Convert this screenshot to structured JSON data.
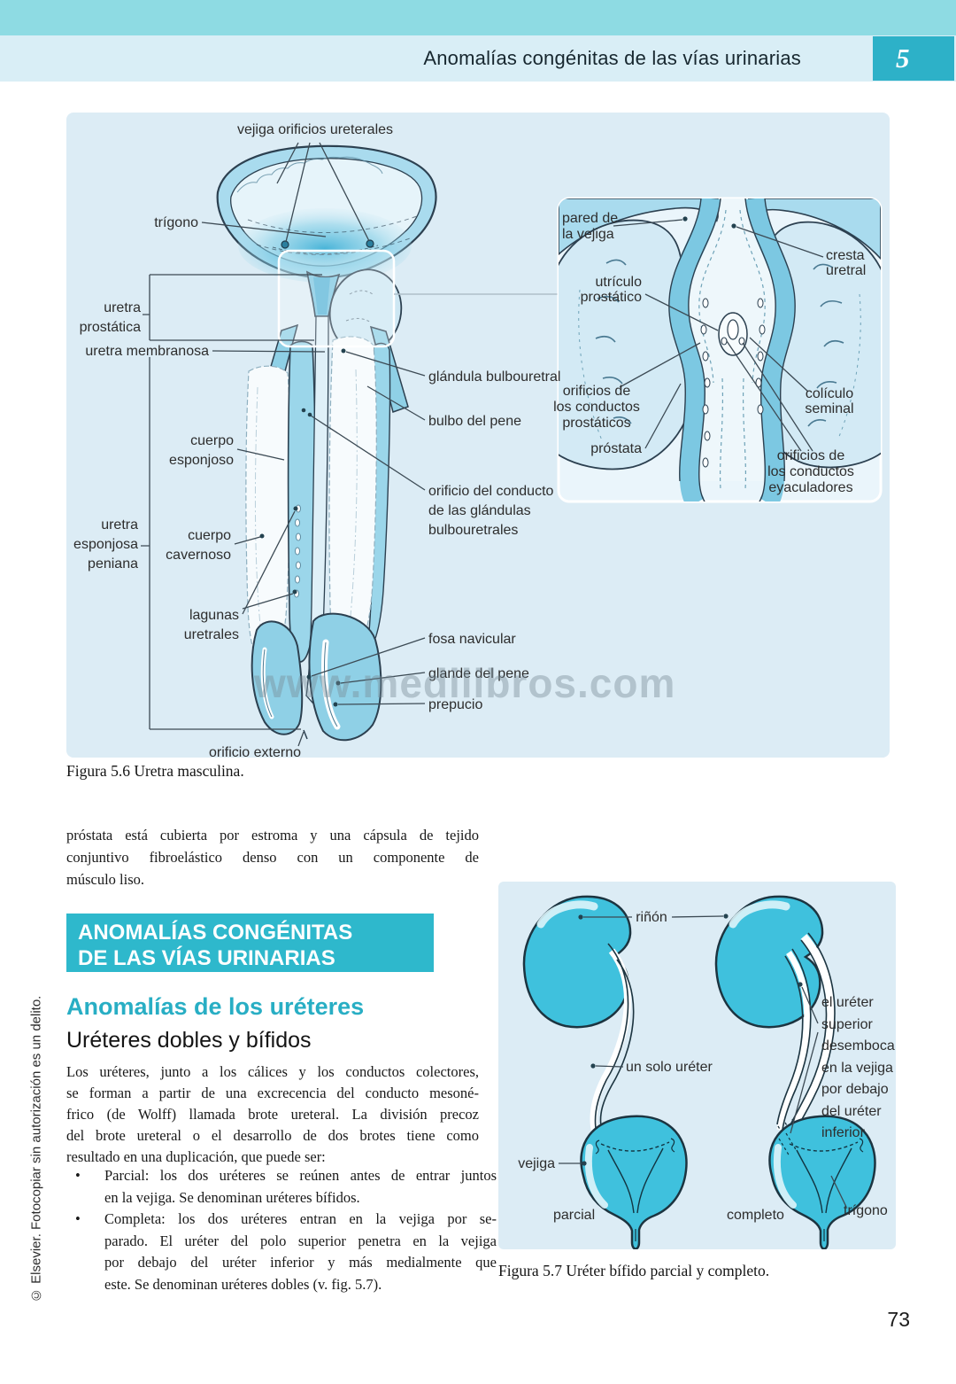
{
  "header": {
    "title": "Anomalías congénitas de las vías urinarias",
    "chapter_number": "5"
  },
  "sidebar": {
    "copyright_vertical": "© Elsevier. Fotocopiar sin autorización es un delito."
  },
  "watermark_text": "www.medilibros.com",
  "page_number": "73",
  "figure56": {
    "caption": "Figura 5.6 Uretra masculina.",
    "main_labels": {
      "vejiga_orificios": "vejiga orificios ureterales",
      "trigono": "trígono",
      "uretra_prostatica_1": "uretra",
      "uretra_prostatica_2": "prostática",
      "uretra_membranosa": "uretra membranosa",
      "uretra_esponjosa_1": "uretra",
      "uretra_esponjosa_2": "esponjosa",
      "uretra_esponjosa_3": "peniana",
      "cuerpo_esponjoso_1": "cuerpo",
      "cuerpo_esponjoso_2": "esponjoso",
      "cuerpo_cavernoso_1": "cuerpo",
      "cuerpo_cavernoso_2": "cavernoso",
      "lagunas_1": "lagunas",
      "lagunas_2": "uretrales",
      "glandula_bulbouretral": "glándula bulbouretral",
      "bulbo_del_pene": "bulbo del pene",
      "orificio_conducto_1": "orificio del conducto",
      "orificio_conducto_2": "de las glándulas",
      "orificio_conducto_3": "bulbouretrales",
      "fosa_navicular": "fosa navicular",
      "glande_del_pene": "glande del pene",
      "prepucio": "prepucio",
      "orificio_externo": "orificio externo"
    },
    "inset_labels": {
      "pared_1": "pared de",
      "pared_2": "la vejiga",
      "cresta_1": "cresta",
      "cresta_2": "uretral",
      "utriculo_1": "utrículo",
      "utriculo_2": "prostático",
      "orif_prost_1": "orificios de",
      "orif_prost_2": "los conductos",
      "orif_prost_3": "prostáticos",
      "prostata": "próstata",
      "coliculo_1": "colículo",
      "coliculo_2": "seminal",
      "orif_eyac_1": "orificios de",
      "orif_eyac_2": "los conductos",
      "orif_eyac_3": "eyaculadores"
    }
  },
  "intro_paragraph": {
    "line1": "próstata está cubierta por estroma y una cápsula de tejido",
    "line2": "conjuntivo fibroelástico denso con un componente de",
    "line3": "músculo liso."
  },
  "section_box": {
    "line1": "ANOMALÍAS CONGÉNITAS",
    "line2": "DE LAS VÍAS URINARIAS"
  },
  "subsection_title": "Anomalías de los uréteres",
  "subsubsection_title": "Uréteres dobles y bífidos",
  "ureter_paragraph": {
    "line1": "Los uréteres, junto a los cálices y los conductos colectores,",
    "line2": "se forman a partir de una excrecencia del conducto mesoné-",
    "line3": "frico (de Wolff) llamada brote ureteral. La división precoz",
    "line4": "del brote ureteral o el desarrollo de dos brotes tiene como",
    "line5": "resultado en una duplicación, que puede ser:"
  },
  "bullet1": {
    "marker": "•",
    "line1": "Parcial: los dos uréteres se reúnen antes de entrar juntos",
    "line2": "en la vejiga. Se denominan uréteres bífidos."
  },
  "bullet2": {
    "marker": "•",
    "line1": "Completa: los dos uréteres entran en la vejiga por se-",
    "line2": "parado. El uréter del polo superior penetra en la vejiga",
    "line3": "por debajo del uréter inferior y más medialmente que",
    "line4": "este. Se denominan uréteres dobles (v. fig. 5.7)."
  },
  "figure57": {
    "caption": "Figura 5.7 Uréter bífido parcial y completo.",
    "labels": {
      "rinon": "riñón",
      "un_solo_ureter": "un solo uréter",
      "vejiga": "vejiga",
      "parcial": "parcial",
      "completo": "completo",
      "trigono": "trígono",
      "sup_1": "el uréter",
      "sup_2": "superior",
      "sup_3": "desemboca",
      "sup_4": "en la vejiga",
      "sup_5": "por debajo",
      "sup_6": "del uréter",
      "sup_7": "inferior"
    }
  },
  "colors": {
    "band_top": "#8edbe3",
    "band_title": "#d9eef6",
    "chapter_box": "#2db1c8",
    "panel_bg": "#dcecf5",
    "heading_box": "#2eb8cc",
    "subsection_text": "#28aec4",
    "figure_outline": "#2c4050",
    "figure_fill_medium": "#9bd6ea",
    "figure_fill_light": "#cde9f4",
    "kidney_fill": "#3fc1dd"
  }
}
